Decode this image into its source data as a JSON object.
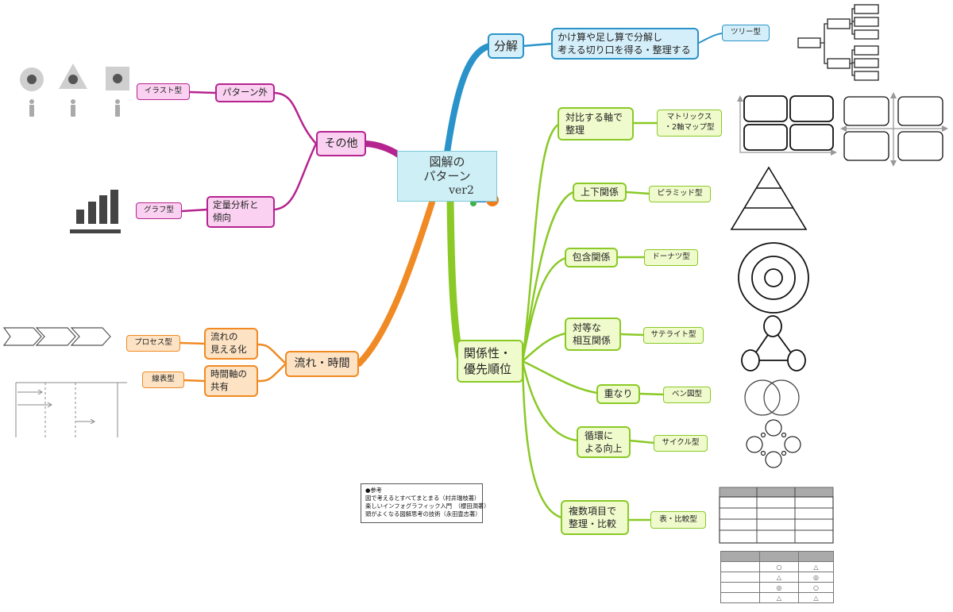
{
  "center": {
    "title_line1": "図解の",
    "title_line2": "パターン",
    "version": "ver2"
  },
  "branches": {
    "bunkai": {
      "label": "分解",
      "child": "かけ算や足し算で分解し\n考える切り口を得る・整理する",
      "type": "ツリー型"
    },
    "kankei": {
      "label": "関係性・\n優先順位",
      "items": [
        {
          "label": "対比する軸で\n整理",
          "type": "マトリックス\n・2軸マップ型"
        },
        {
          "label": "上下関係",
          "type": "ピラミッド型"
        },
        {
          "label": "包含関係",
          "type": "ドーナツ型"
        },
        {
          "label": "対等な\n相互関係",
          "type": "サテライト型"
        },
        {
          "label": "重なり",
          "type": "ベン図型"
        },
        {
          "label": "循環に\nよる向上",
          "type": "サイクル型"
        },
        {
          "label": "複数項目で\n整理・比較",
          "type": "表・比較型"
        }
      ]
    },
    "sonota": {
      "label": "その他",
      "items": [
        {
          "label": "パターン外",
          "type": "イラスト型"
        },
        {
          "label": "定量分析と\n傾向",
          "type": "グラフ型"
        }
      ]
    },
    "nagare": {
      "label": "流れ・時間",
      "items": [
        {
          "label": "流れの\n見える化",
          "type": "プロセス型"
        },
        {
          "label": "時間軸の\n共有",
          "type": "線表型"
        }
      ]
    }
  },
  "reference": {
    "heading": "●参考",
    "lines": [
      "図で考えるとすべてまとまる（村井瑞枝著）",
      "楽しいインフォグラフィック入門　（櫻田潤著）",
      "頭がよくなる図解思考の技術（永田豊志著）"
    ]
  },
  "comparison_table": {
    "rows": [
      [
        "",
        "○",
        "△"
      ],
      [
        "",
        "△",
        "◎"
      ],
      [
        "",
        "◎",
        "○"
      ],
      [
        "",
        "△",
        "△"
      ]
    ]
  },
  "colors": {
    "blue": "#2a93c9",
    "green": "#8ac926",
    "pink": "#b5238f",
    "orange": "#f08a24"
  }
}
